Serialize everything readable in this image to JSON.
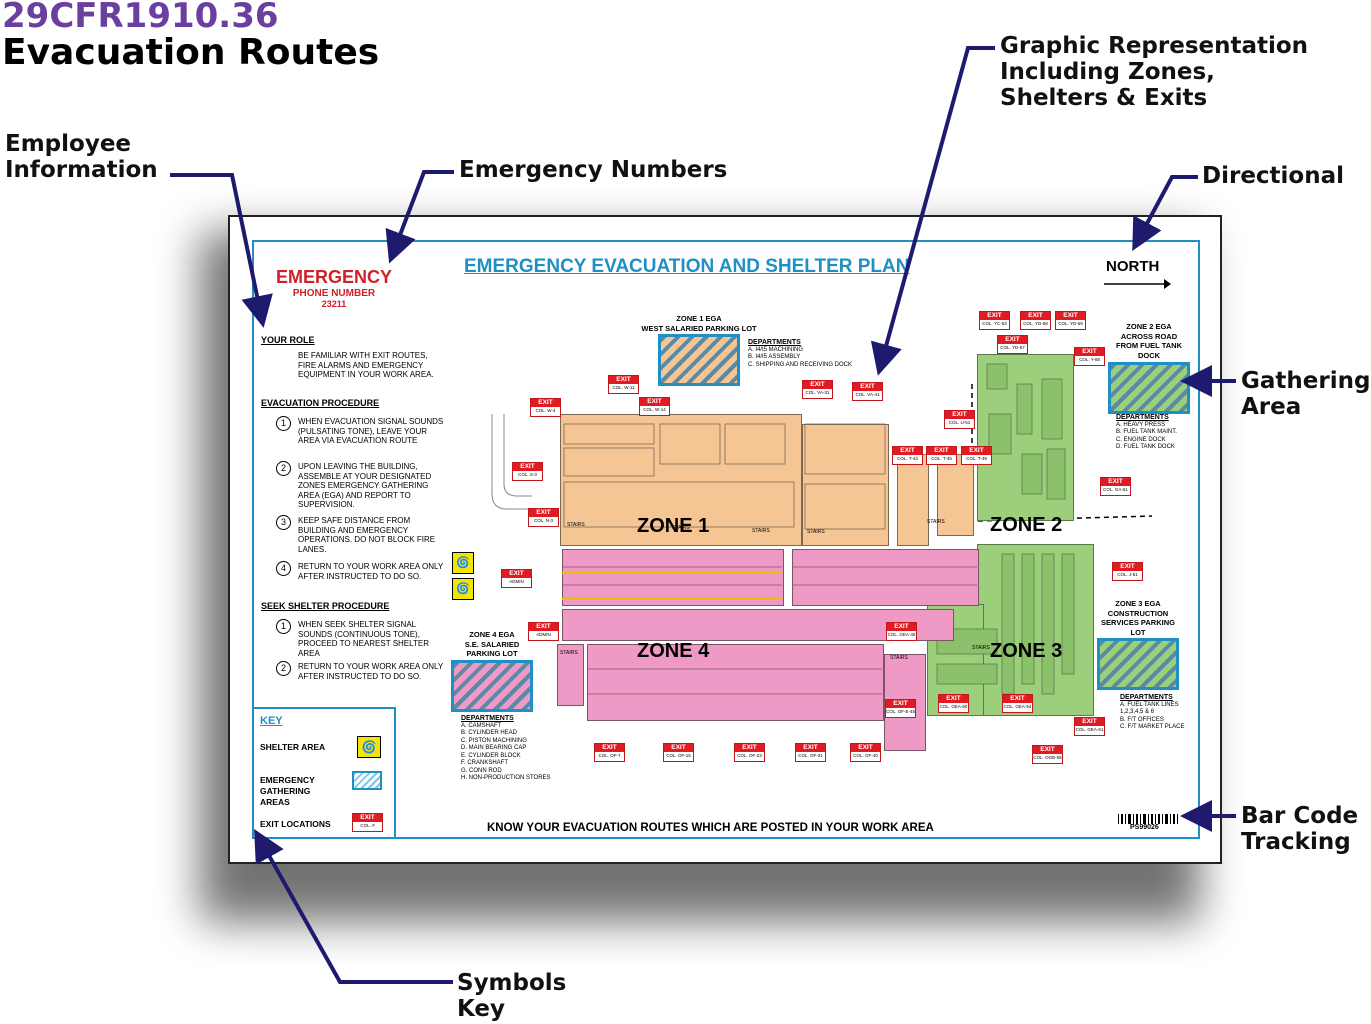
{
  "header": {
    "code": "29CFR1910.36",
    "title": "Evacuation Routes"
  },
  "callouts": {
    "employee_info": "Employee\nInformation",
    "emergency_numbers": "Emergency Numbers",
    "graphic_rep": "Graphic Representation\nIncluding Zones,\nShelters & Exits",
    "directional": "Directional",
    "gathering_area": "Gathering\nArea",
    "bar_code": "Bar Code\nTracking",
    "symbols_key": "Symbols\nKey"
  },
  "sign": {
    "title": "EMERGENCY EVACUATION AND SHELTER PLAN",
    "north": "NORTH",
    "emergency": "EMERGENCY",
    "phone_label": "PHONE NUMBER",
    "phone": "23211",
    "your_role_heading": "YOUR ROLE",
    "your_role_text": "BE FAMILIAR WITH EXIT ROUTES, FIRE ALARMS AND EMERGENCY EQUIPMENT IN YOUR WORK AREA.",
    "evac_heading": "EVACUATION PROCEDURE",
    "evac_steps": [
      {
        "n": "1",
        "text": "WHEN EVACUATION SIGNAL SOUNDS (PULSATING TONE), LEAVE YOUR AREA VIA EVACUATION ROUTE"
      },
      {
        "n": "2",
        "text": "UPON LEAVING THE BUILDING, ASSEMBLE AT YOUR DESIGNATED ZONES EMERGENCY GATHERING AREA (EGA) AND REPORT TO SUPERVISION."
      },
      {
        "n": "3",
        "text": "KEEP SAFE DISTANCE FROM BUILDING AND EMERGENCY OPERATIONS.  DO NOT BLOCK FIRE LANES."
      },
      {
        "n": "4",
        "text": "RETURN TO YOUR WORK AREA ONLY AFTER INSTRUCTED TO DO SO."
      }
    ],
    "shelter_heading": "SEEK SHELTER PROCEDURE",
    "shelter_steps": [
      {
        "n": "1",
        "text": "WHEN SEEK SHELTER SIGNAL SOUNDS (CONTINUOUS TONE), PROCEED TO NEAREST SHELTER AREA"
      },
      {
        "n": "2",
        "text": "RETURN TO YOUR WORK AREA ONLY AFTER INSTRUCTED TO DO SO."
      }
    ],
    "key": {
      "title": "KEY",
      "shelter": "SHELTER AREA",
      "ega": "EMERGENCY GATHERING AREAS",
      "exit": "EXIT LOCATIONS",
      "exit_word": "EXIT",
      "col": "COL. #"
    },
    "footer": "KNOW YOUR EVACUATION ROUTES WHICH ARE POSTED IN YOUR WORK AREA",
    "barcode": "PS99026",
    "zones": {
      "z1": "ZONE 1",
      "z2": "ZONE 2",
      "z3": "ZONE 3",
      "z4": "ZONE 4"
    },
    "ega1": {
      "title": "ZONE 1 EGA",
      "sub": "WEST SALARIED PARKING LOT"
    },
    "ega2": {
      "title": "ZONE 2 EGA",
      "sub": "ACROSS ROAD FROM FUEL TANK DOCK"
    },
    "ega3": {
      "title": "ZONE 3 EGA",
      "sub": "CONSTRUCTION SERVICES PARKING LOT"
    },
    "ega4": {
      "title": "ZONE 4 EGA",
      "sub": "S.E. SALARIED PARKING LOT"
    },
    "dept1": {
      "heading": "DEPARTMENTS",
      "items": [
        "A. I4/I5 MACHINING",
        "B. I4/I5 ASSEMBLY",
        "C. SHIPPING AND RECEIVING DOCK"
      ]
    },
    "dept2": {
      "heading": "DEPARTMENTS",
      "items": [
        "A. HEAVY PRESS",
        "B. FUEL TANK MAINT.",
        "C. ENGINE DOCK",
        "D. FUEL TANK DOCK"
      ]
    },
    "dept3": {
      "heading": "DEPARTMENTS",
      "items": [
        "A. FUEL TANK LINES 1,2,3,4,5 & 6",
        "B. F/T OFFICES",
        "C. F/T MARKET PLACE"
      ]
    },
    "dept4": {
      "heading": "DEPARTMENTS",
      "items": [
        "A. CAMSHAFT",
        "B. CYLINDER HEAD",
        "C. PISTON MACHINING",
        "D. MAIN BEARING CAP",
        "E. CYLINDER BLOCK",
        "F. CRANKSHAFT",
        "G. CONN ROD",
        "H. NON-PRODUCTION STORES"
      ]
    },
    "stairs": "STAIRS",
    "exits": [
      {
        "col": "COL. W-4"
      },
      {
        "col": "COL. W-11"
      },
      {
        "col": "COL. W-14"
      },
      {
        "col": "COL. VA-31"
      },
      {
        "col": "COL. VA-41"
      },
      {
        "col": "COL. U-51"
      },
      {
        "col": "COL. T-44"
      },
      {
        "col": "COL. T-46"
      },
      {
        "col": "COL. T-49"
      },
      {
        "col": "COL. YC-53"
      },
      {
        "col": "COL. YD-58"
      },
      {
        "col": "COL. YD-59"
      },
      {
        "col": "COL. YD-57"
      },
      {
        "col": "COL. Y-68"
      },
      {
        "col": "COL. S-3"
      },
      {
        "col": "COL. N-3"
      },
      {
        "col": "COL. GA-61"
      },
      {
        "col": "COL. J-61"
      },
      {
        "col": "ADMIN"
      },
      {
        "col": "ADMIN"
      },
      {
        "col": "COL. GEA-45"
      },
      {
        "col": "COL. OF-E-45"
      },
      {
        "col": "COL. GEA-50"
      },
      {
        "col": "COL. GEA-54"
      },
      {
        "col": "COL. GEA-61"
      },
      {
        "col": "COL. OF-7"
      },
      {
        "col": "COL. OF-15"
      },
      {
        "col": "COL. OF-23"
      },
      {
        "col": "COL. OF-31"
      },
      {
        "col": "COL. OF-40"
      },
      {
        "col": "COL. OGB-58"
      }
    ],
    "exit_word": "EXIT"
  },
  "colors": {
    "accent_purple": "#6b3fa0",
    "arrow_navy": "#1e1b6e",
    "sign_blue": "#1f8fc4",
    "emergency_red": "#d0202a",
    "zone1": "#f6c594",
    "zone4": "#ef9ac6",
    "zone23": "#9ccf7b"
  }
}
